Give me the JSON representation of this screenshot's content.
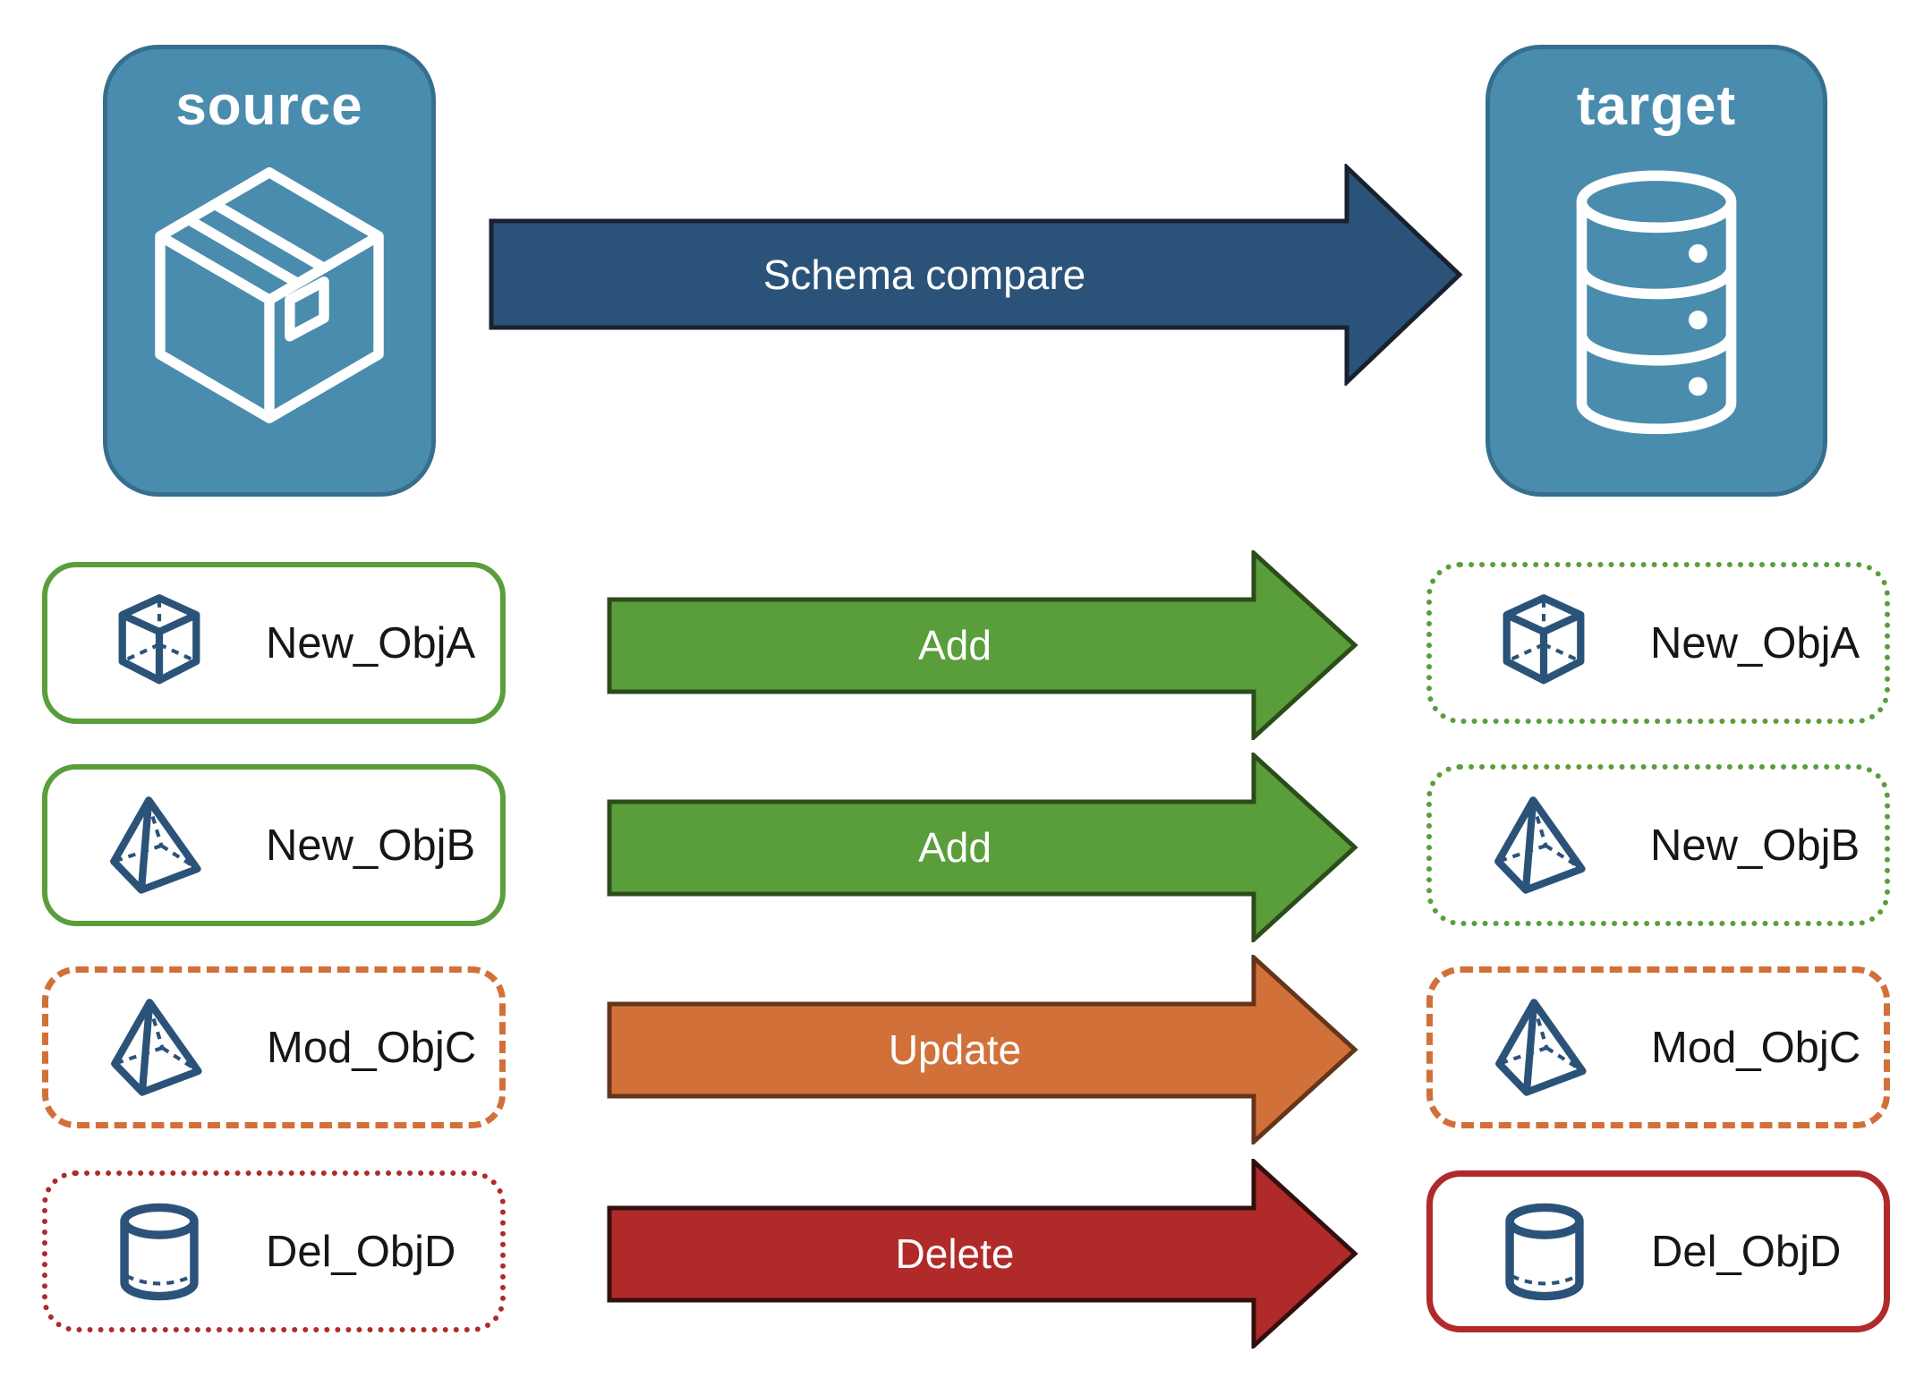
{
  "title": "Schema compare diagram",
  "colors": {
    "node_fill": "#4a8cad",
    "node_border": "#366f8d",
    "dark_blue": "#2b5379",
    "dark_blue_border": "#18222e",
    "green": "#5a9e3c",
    "green_border": "#2c4c1a",
    "orange": "#d2703a",
    "orange_border": "#63351a",
    "red": "#b02a2a",
    "red_border": "#33100f",
    "icon_blue": "#2b5379",
    "text_dark": "#161616",
    "white": "#ffffff"
  },
  "nodes": {
    "source": {
      "label": "source",
      "icon": "package-icon"
    },
    "target": {
      "label": "target",
      "icon": "database-icon"
    }
  },
  "compare_arrow": {
    "label": "Schema compare"
  },
  "rows": [
    {
      "source_label": "New_ObjA",
      "action": "Add",
      "target_label": "New_ObjA",
      "icon": "cube-icon"
    },
    {
      "source_label": "New_ObjB",
      "action": "Add",
      "target_label": "New_ObjB",
      "icon": "pyramid-icon"
    },
    {
      "source_label": "Mod_ObjC",
      "action": "Update",
      "target_label": "Mod_ObjC",
      "icon": "pyramid-icon"
    },
    {
      "source_label": "Del_ObjD",
      "action": "Delete",
      "target_label": "Del_ObjD",
      "icon": "cylinder-icon"
    }
  ]
}
